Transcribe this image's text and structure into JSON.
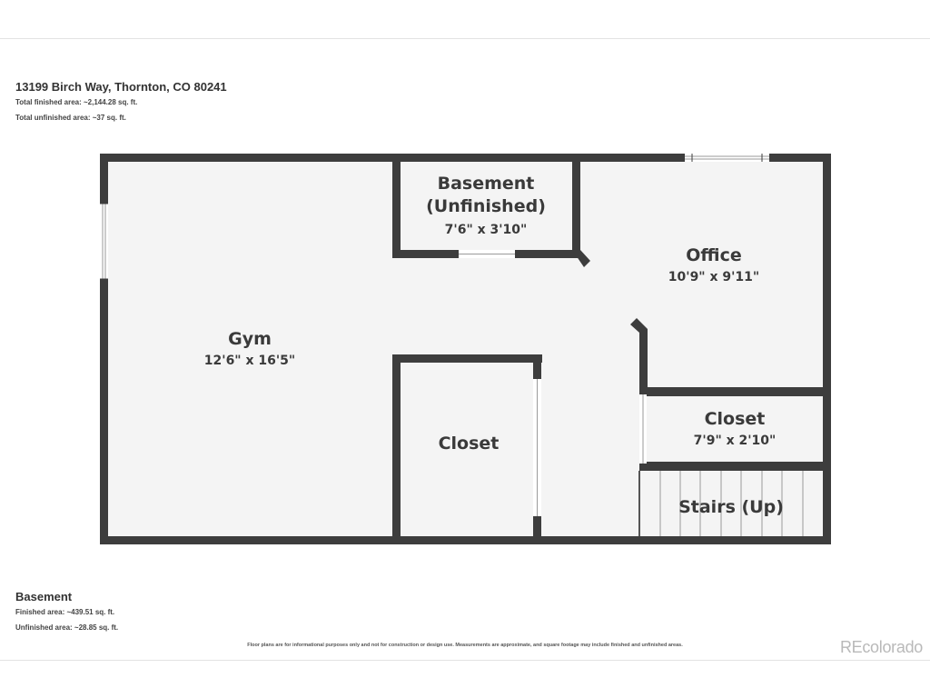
{
  "header": {
    "address": "13199 Birch Way, Thornton, CO 80241",
    "total_finished": "Total finished area: ~2,144.28 sq. ft.",
    "total_unfinished": "Total unfinished area: ~37 sq. ft."
  },
  "rooms": {
    "basement_unfinished": {
      "name_line1": "Basement",
      "name_line2": "(Unfinished)",
      "dims": "7'6\" x 3'10\""
    },
    "office": {
      "name": "Office",
      "dims": "10'9\" x 9'11\""
    },
    "gym": {
      "name": "Gym",
      "dims": "12'6\" x 16'5\""
    },
    "closet_center": {
      "name": "Closet"
    },
    "closet_right": {
      "name": "Closet",
      "dims": "7'9\" x 2'10\""
    },
    "stairs": {
      "name": "Stairs (Up)"
    }
  },
  "footer": {
    "floor_name": "Basement",
    "finished": "Finished area: ~439.51 sq. ft.",
    "unfinished": "Unfinished area: ~28.85 sq. ft.",
    "disclaimer": "Floor plans are for informational purposes only and not for construction or design use. Measurements are approximate, and square footage may include finished and unfinished areas.",
    "watermark": "REcolorado"
  },
  "colors": {
    "wall": "#3d3d3d",
    "floor": "#f4f4f4",
    "window": "#ffffff"
  }
}
